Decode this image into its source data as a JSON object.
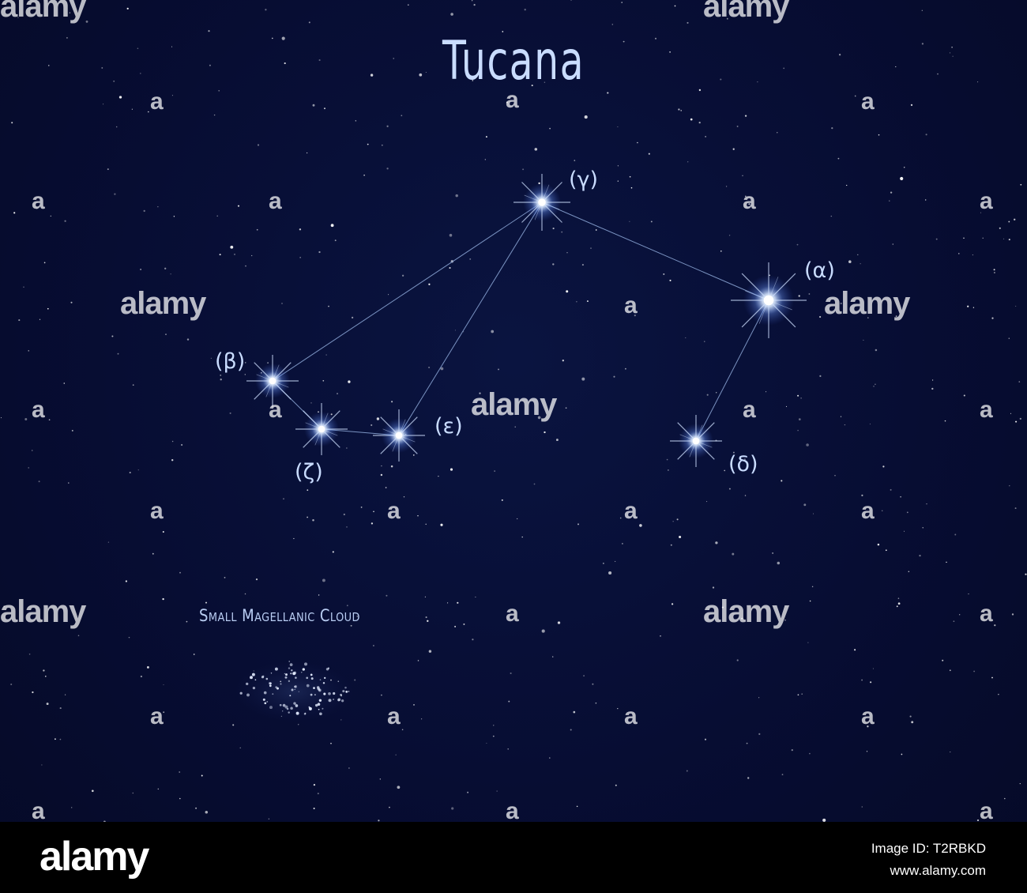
{
  "title": "Tucana",
  "stars": [
    {
      "id": "gamma",
      "label": "(γ)"
    },
    {
      "id": "alpha",
      "label": "(α)"
    },
    {
      "id": "beta",
      "label": "(β)"
    },
    {
      "id": "zeta",
      "label": "(ζ)"
    },
    {
      "id": "epsilon",
      "label": "(ε)"
    },
    {
      "id": "delta",
      "label": "(δ)"
    }
  ],
  "constellation_lines": [
    [
      "gamma",
      "alpha"
    ],
    [
      "gamma",
      "beta"
    ],
    [
      "gamma",
      "epsilon"
    ],
    [
      "beta",
      "zeta"
    ],
    [
      "zeta",
      "epsilon"
    ],
    [
      "alpha",
      "delta"
    ]
  ],
  "deep_sky_object": {
    "label": "Small Magellanic Cloud"
  },
  "watermark": {
    "brand": "alamy",
    "short": "a"
  },
  "footer": {
    "brand": "alamy",
    "image_id": "Image ID: T2RBKD",
    "site": "www.alamy.com"
  },
  "colors": {
    "background": "#070d33",
    "label": "#c9dcff",
    "line": "#8ea9d8",
    "star_glow": "#9fc4ff"
  }
}
